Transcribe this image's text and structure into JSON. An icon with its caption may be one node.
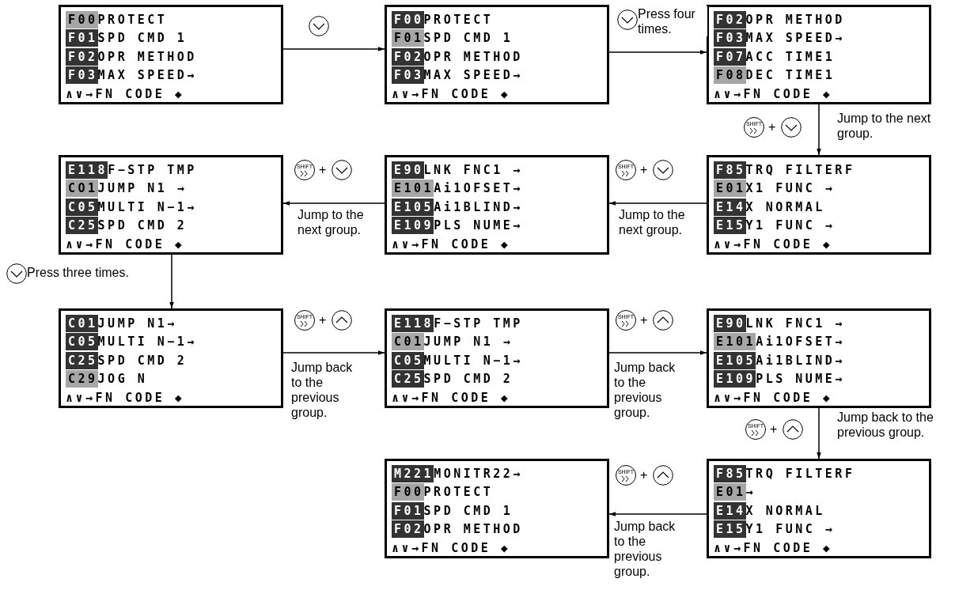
{
  "diagram": {
    "nodes": [
      {
        "text": [
          "F00",
          "PROTECT",
          "F01",
          "SPD CMD 1",
          "F02",
          "OPR METHOD",
          "F03",
          "MAX SPEED→",
          "∧∨→FN CODE ◆"
        ]
      },
      {
        "text": [
          "F00",
          "PROTECT",
          "F01",
          "SPD CMD 1",
          "F02",
          "OPR METHOD",
          "F03",
          "MAX SPEED→",
          "∧∨→FN CODE ◆"
        ]
      },
      {
        "text": [
          "F02",
          "OPR METHOD",
          "F03",
          "MAX SPEED→",
          "F07",
          "ACC TIME1",
          "F08",
          "DEC TIME1",
          "∧∨→FN CODE ◆"
        ]
      },
      {
        "text": [
          "E118",
          "F−STP TMP",
          "CO1",
          "JUMP N1 →",
          "C05",
          "MULTI N−1→",
          "C25",
          "SPD CMD 2",
          "∧∨→FN CODE ◆"
        ]
      },
      {
        "text": [
          "E90",
          "LNK FNC1 →",
          "E101",
          "Ai1OFSET→",
          "E105",
          "Ai1BLIND→",
          "E109",
          "PLS NUME→",
          "∧∨→FN CODE ◆"
        ]
      },
      {
        "text": [
          "F85",
          "TRQ FILTERF",
          "E01",
          "X1 FUNC →",
          "E14",
          "X NORMAL",
          "E15",
          "Y1 FUNC →",
          "∧∨→FN CODE ◆"
        ]
      },
      {
        "text": [
          "C01",
          "JUMP N1→",
          "C05",
          "MULTI N−1→",
          "C25",
          "SPD CMD 2",
          "C29",
          "JOG N",
          "∧∨→FN CODE ◆"
        ]
      },
      {
        "text": [
          "E118",
          "F−STP TMP",
          "C01",
          "JUMP N1 →",
          "C05",
          "MULTI N−1→",
          "C25",
          "SPD CMD 2",
          "∧∨→FN CODE ◆"
        ]
      },
      {
        "text": [
          "E90",
          "LNK FNC1 →",
          "E101",
          "Ai1OFSET→",
          "E105",
          "Ai1BLIND→",
          "E109",
          "PLS NUME→",
          "∧∨→FN CODE ◆"
        ]
      },
      {
        "text": [
          "M221",
          "MONITR22→",
          "F00",
          "PROTECT",
          "F01",
          "SPD CMD 1",
          "F02",
          "OPR METHOD",
          "∧∨→FN CODE ◆"
        ]
      },
      {
        "text": [
          "F85",
          "TRQ FILTERF",
          "E01",
          "→",
          "E14",
          "X NORMAL",
          "E15",
          "Y1 FUNC →",
          "∧∨→FN CODE ◆"
        ]
      }
    ],
    "edges": [
      {
        "from": 0,
        "to": 1,
        "arrow": "to"
      },
      {
        "from": 1,
        "to": 2,
        "arrow": "to",
        "label": "Press four times."
      },
      {
        "from": 2,
        "to": 5,
        "arrow": "to",
        "label": "Jump to the next group."
      },
      {
        "from": 5,
        "to": 4,
        "arrow": "to",
        "label": "Jump to the next group."
      },
      {
        "from": 4,
        "to": 3,
        "arrow": "to",
        "label": "Jump to the next group."
      },
      {
        "from": 3,
        "to": 6,
        "arrow": "to",
        "label": "Press three times."
      },
      {
        "from": 6,
        "to": 7,
        "arrow": "to",
        "label": "Jump back to the previous group."
      },
      {
        "from": 7,
        "to": 8,
        "arrow": "to",
        "label": "Jump back to the previous group."
      },
      {
        "from": 8,
        "to": 10,
        "arrow": "to",
        "label": "Jump back to the previous group."
      },
      {
        "from": 10,
        "to": 9,
        "arrow": "to",
        "label": "Jump back to the previous group."
      }
    ],
    "labels": [
      "SHIFT",
      "+",
      "SHIFT",
      "+",
      "SHIFT",
      "+",
      "SHIFT",
      "+",
      "SHIFT",
      "+",
      "SHIFT",
      "+",
      "SHIFT",
      "+"
    ]
  }
}
